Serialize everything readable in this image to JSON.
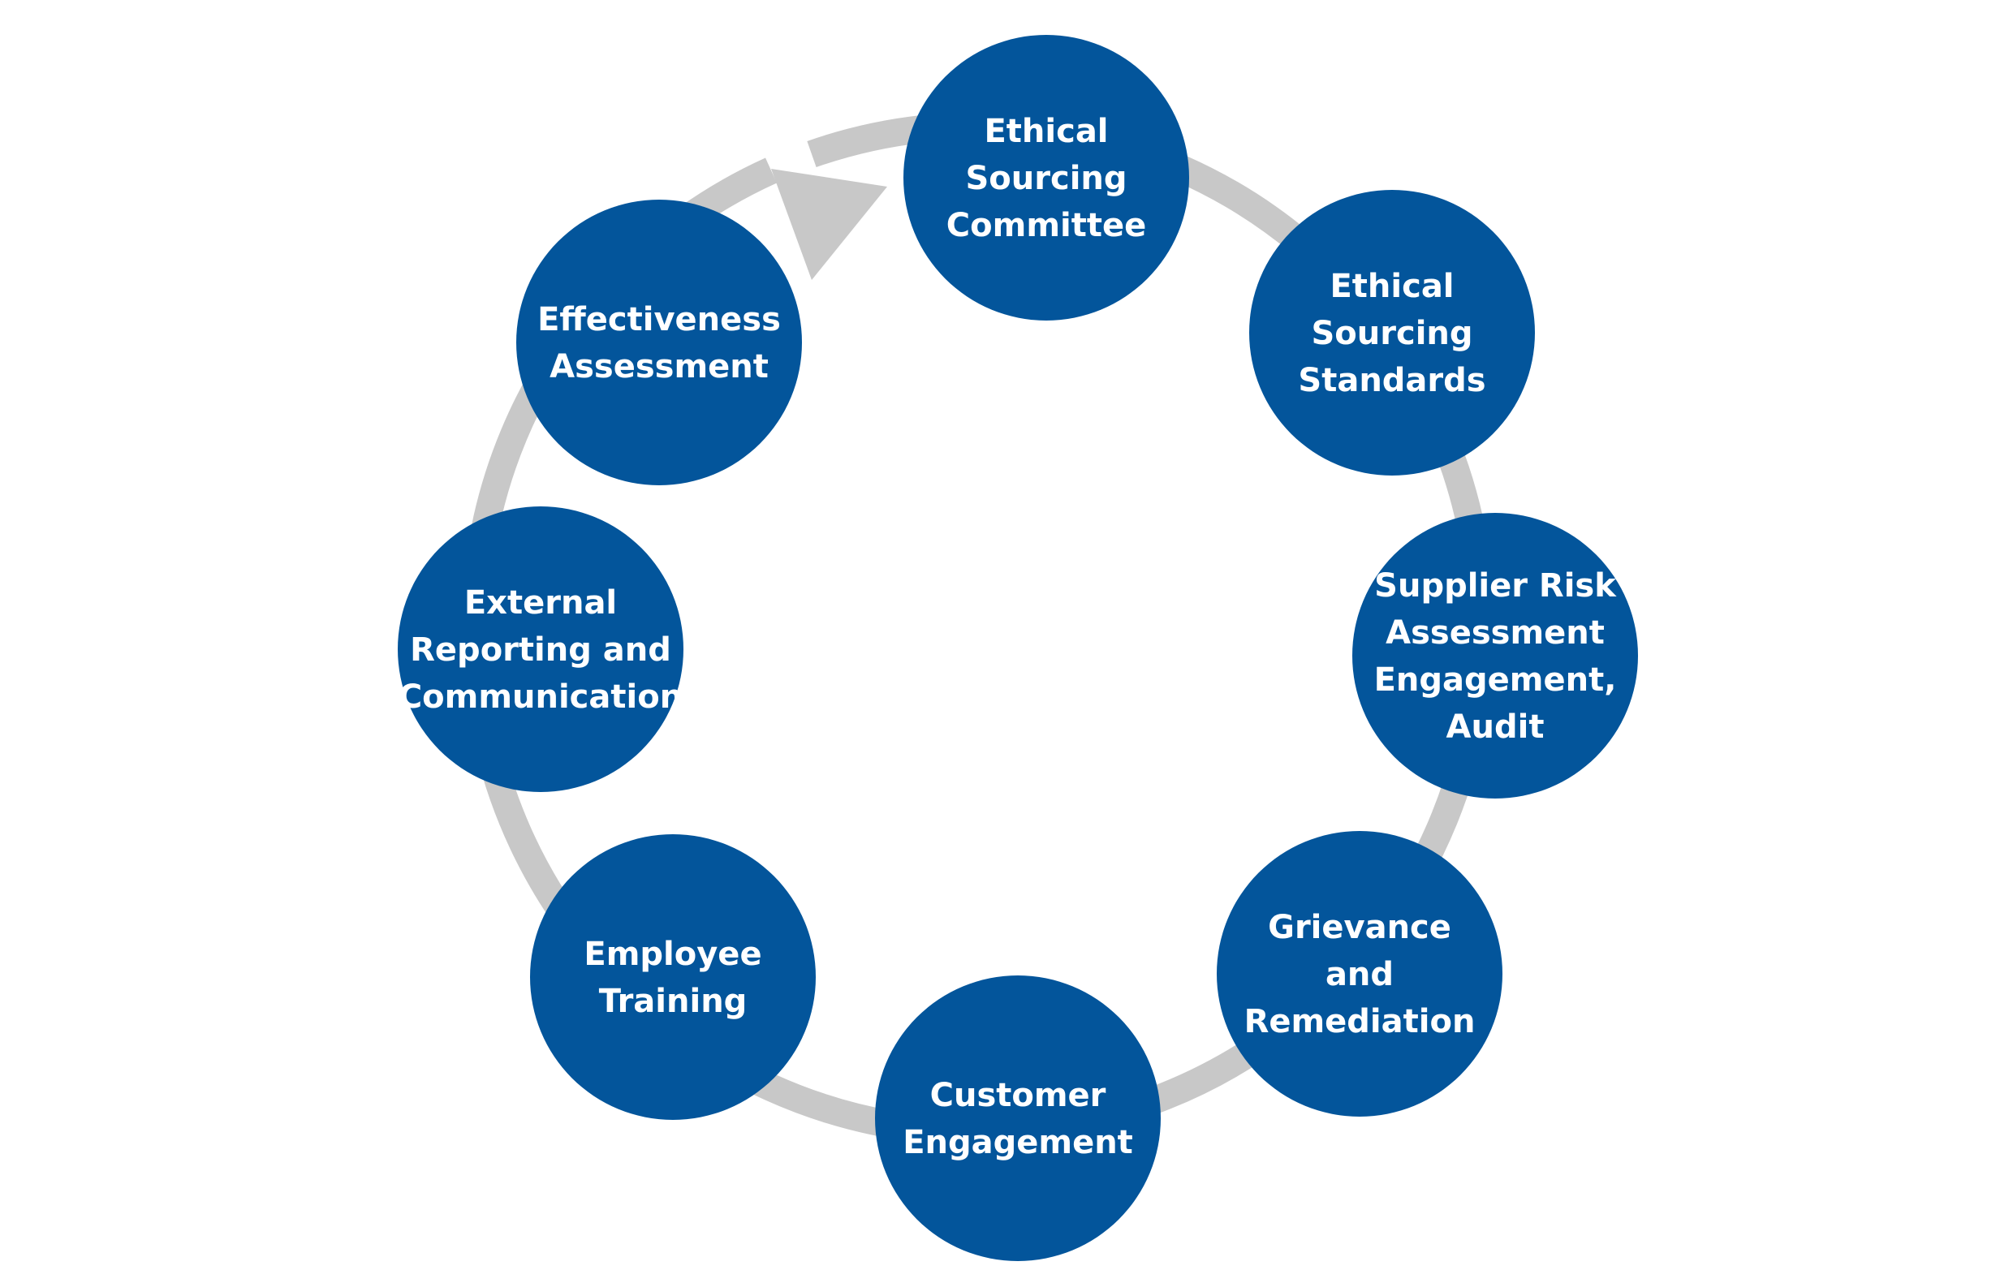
{
  "colors": {
    "node_fill": "#03559b",
    "ring": "#c8c8c8",
    "label_text": "#ffffff"
  },
  "cycle": {
    "direction": "clockwise",
    "steps": [
      {
        "id": "ethical-sourcing-committee",
        "lines": [
          "Ethical",
          "Sourcing",
          "Committee"
        ]
      },
      {
        "id": "ethical-sourcing-standards",
        "lines": [
          "Ethical",
          "Sourcing",
          "Standards"
        ]
      },
      {
        "id": "supplier-risk-assessment",
        "lines": [
          "Supplier Risk",
          "Assessment",
          "Engagement,",
          "Audit"
        ]
      },
      {
        "id": "grievance-remediation",
        "lines": [
          "Grievance",
          "and",
          "Remediation"
        ]
      },
      {
        "id": "customer-engagement",
        "lines": [
          "Customer",
          "Engagement"
        ]
      },
      {
        "id": "employee-training",
        "lines": [
          "Employee",
          "Training"
        ]
      },
      {
        "id": "external-reporting",
        "lines": [
          "External",
          "Reporting and",
          "Communication"
        ]
      },
      {
        "id": "effectiveness-assessment",
        "lines": [
          "Effectiveness",
          "Assessment"
        ]
      }
    ]
  }
}
